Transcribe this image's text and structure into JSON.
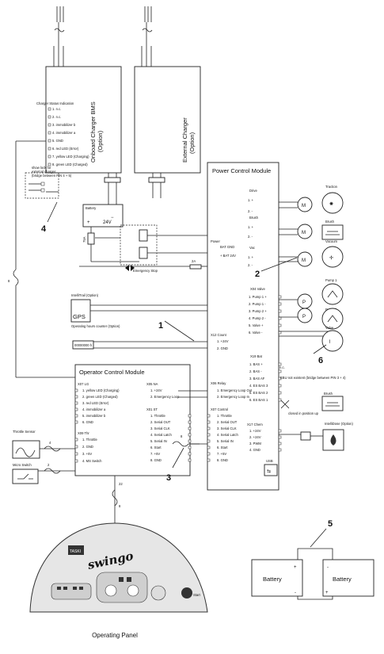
{
  "charger_bms": {
    "title_1": "Onboard Charger BMS",
    "title_2": "(Option)",
    "status_heading": "Charger Status Indication",
    "pins": [
      "1. n.c.",
      "2. n.c.",
      "3. immobilizer b",
      "4. immobilizer a",
      "5. GND",
      "6. red LED (Error)",
      "7. yellow LED (Charging)",
      "8. green LED (Charged)"
    ]
  },
  "external_charger": {
    "title_1": "External Charger",
    "title_2": "(Option)"
  },
  "show_lock": [
    "show lock for",
    "external charger",
    "(bridge between PIN 4 + 5)"
  ],
  "battery_unit": {
    "label": "Battery",
    "voltage": "24V",
    "fuse": "75A",
    "emergency_stop": "Emergency Stop"
  },
  "power_module": {
    "title": "Power Control Module",
    "drive": {
      "label": "Drive",
      "pins": [
        "1. +",
        "2. -"
      ]
    },
    "brush": {
      "label": "Brush",
      "pins": [
        "1. +",
        "2. -"
      ]
    },
    "vac": {
      "label": "Vac",
      "pins": [
        "1. +",
        "2. -"
      ]
    },
    "power": {
      "label": "Power",
      "bat_gnd": "BAT GND",
      "bat_24v": "+ BAT 24V",
      "fuse": "2A"
    },
    "x12": {
      "label": "X12 Count",
      "pins": [
        "1. +24V",
        "2. GND"
      ]
    },
    "x04": {
      "label": "X04 Valve",
      "pins": [
        "1. Pump 1 +",
        "2. Pump 1 -",
        "3. Pump 2 +",
        "4. Pump 2 -",
        "5. Valve +",
        "6. Valve -"
      ]
    },
    "x19": {
      "label": "X19 Bat",
      "pins": [
        "1. BAS +",
        "2. BAS -",
        "3. BAS AF",
        "4. ES BAS 3",
        "5. ES BAS 2",
        "6. ES BAS 1"
      ],
      "nc": "n.c.",
      "ebu_note": "EBU not existent (bridge between PIN 3 + 4)",
      "closed_note": "closed in position up"
    },
    "x17": {
      "label": "X17 Chem",
      "pins": [
        "1. +24V",
        "2. +24V",
        "3. PWM",
        "4. GND"
      ]
    },
    "x06": {
      "label": "X06 Relay",
      "pins": [
        "1. Emergency Loop Out",
        "2. Emergency Loop In"
      ]
    },
    "x07": {
      "label": "X07 Control",
      "pins": [
        "1. Throttle",
        "2. Serial OUT",
        "3. Serial CLK",
        "4. Serial Latch",
        "5. Serial IN",
        "6. Start",
        "7. +5V",
        "8. GND"
      ]
    },
    "usb": "USB"
  },
  "icon_labels": {
    "traction": "Traction",
    "brush": "Brush",
    "vacuum": "Vacuum",
    "pump1": "Pump 1",
    "pump2": "Pump 2",
    "valve": "Valve",
    "brush2": "Brush",
    "intelli": "IntelliDose (Option)"
  },
  "intellitrail": {
    "label": "IntelliTrail (Option)",
    "logo": "GPS",
    "hours": "Operating hours counter (Option)",
    "counter": "00000000 h"
  },
  "operator_module": {
    "title": "Operator Control Module",
    "x07": {
      "label": "X07 LG",
      "pins": [
        "1. yellow LED (Charging)",
        "2. green LED (Charged)",
        "3. red LED (Error)",
        "4. immobilizer a",
        "5. immobilizer b",
        "6. GND"
      ]
    },
    "x05": {
      "label": "X05 NA",
      "pins": [
        "1. +24V",
        "2. Emergency Loop"
      ]
    },
    "x01": {
      "label": "X01 ST",
      "pins": [
        "1. Throttle",
        "2. Serial OUT",
        "3. Serial CLK",
        "4. Serial Latch",
        "5. Serial IN",
        "6. Start",
        "7. +5V",
        "8. GND"
      ]
    },
    "x09": {
      "label": "X09 Thr",
      "pins": [
        "1. Throttle",
        "2. GND",
        "3. +5V",
        "4. MS Switch"
      ]
    }
  },
  "sensors": {
    "throttle": "Throttle Sensor",
    "micro": "Micro Switch"
  },
  "wire_counts": {
    "w8a": "8",
    "w8b": "8",
    "w8c": "8",
    "w4": "4",
    "w2": "2",
    "w22": "22",
    "w3": "3"
  },
  "callouts": {
    "c1": "1",
    "c2": "2",
    "c3": "3",
    "c4": "4",
    "c5": "5",
    "c6": "6"
  },
  "panel": {
    "brand": "swingo",
    "maker": "TASKI",
    "start": "Start",
    "caption": "Operating Panel"
  },
  "batteries": {
    "left": "Battery",
    "right": "Battery",
    "plus": "+",
    "minus": "-"
  }
}
